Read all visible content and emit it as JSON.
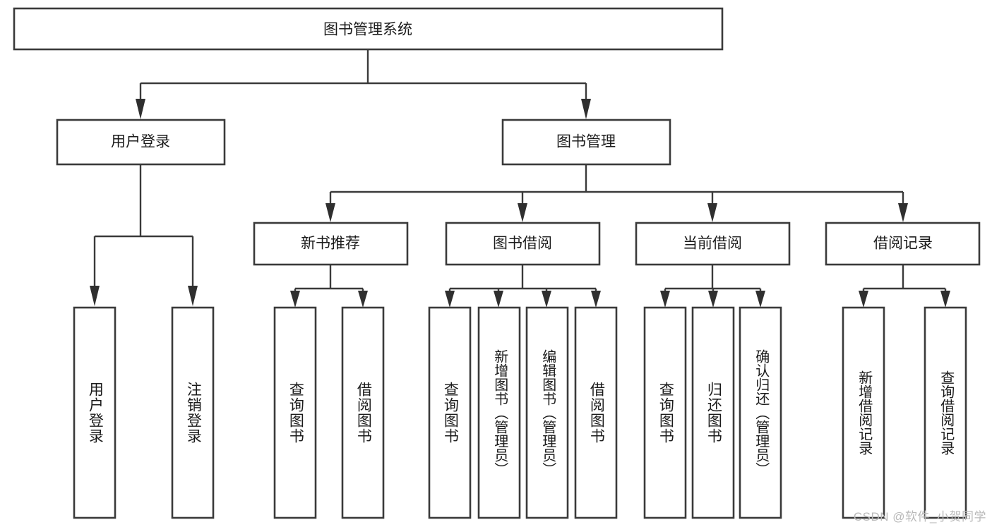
{
  "diagram": {
    "title_node": {
      "label": "图书管理系统"
    },
    "level2": [
      {
        "id": "user-login",
        "label": "用户登录"
      },
      {
        "id": "book-manage",
        "label": "图书管理"
      }
    ],
    "level3": [
      {
        "id": "new-book-recommend",
        "label": "新书推荐"
      },
      {
        "id": "book-borrow",
        "label": "图书借阅"
      },
      {
        "id": "current-borrow",
        "label": "当前借阅"
      },
      {
        "id": "borrow-record",
        "label": "借阅记录"
      }
    ],
    "leaves": {
      "user_login": [
        {
          "id": "leaf-user-login",
          "label": "用户登录"
        },
        {
          "id": "leaf-logout-login",
          "label": "注销登录"
        }
      ],
      "new_book_recommend": [
        {
          "id": "leaf-query-book-1",
          "label": "查询图书"
        },
        {
          "id": "leaf-borrow-book-1",
          "label": "借阅图书"
        }
      ],
      "book_borrow": [
        {
          "id": "leaf-query-book-2",
          "label": "查询图书"
        },
        {
          "id": "leaf-add-book",
          "label": "新增图书（管理员）"
        },
        {
          "id": "leaf-edit-book",
          "label": "编辑图书（管理员）"
        },
        {
          "id": "leaf-borrow-book-2",
          "label": "借阅图书"
        }
      ],
      "current_borrow": [
        {
          "id": "leaf-query-book-3",
          "label": "查询图书"
        },
        {
          "id": "leaf-return-book",
          "label": "归还图书"
        },
        {
          "id": "leaf-confirm-return",
          "label": "确认归还（管理员）"
        }
      ],
      "borrow_record": [
        {
          "id": "leaf-add-record",
          "label": "新增借阅记录"
        },
        {
          "id": "leaf-query-record",
          "label": "查询借阅记录"
        }
      ]
    },
    "watermark": "CSDN @软件_小贺同学",
    "colors": {
      "stroke": "#3a3a3a",
      "fill": "#ffffff",
      "text": "#1b1b1b",
      "watermark": "#b9b9b9"
    }
  }
}
